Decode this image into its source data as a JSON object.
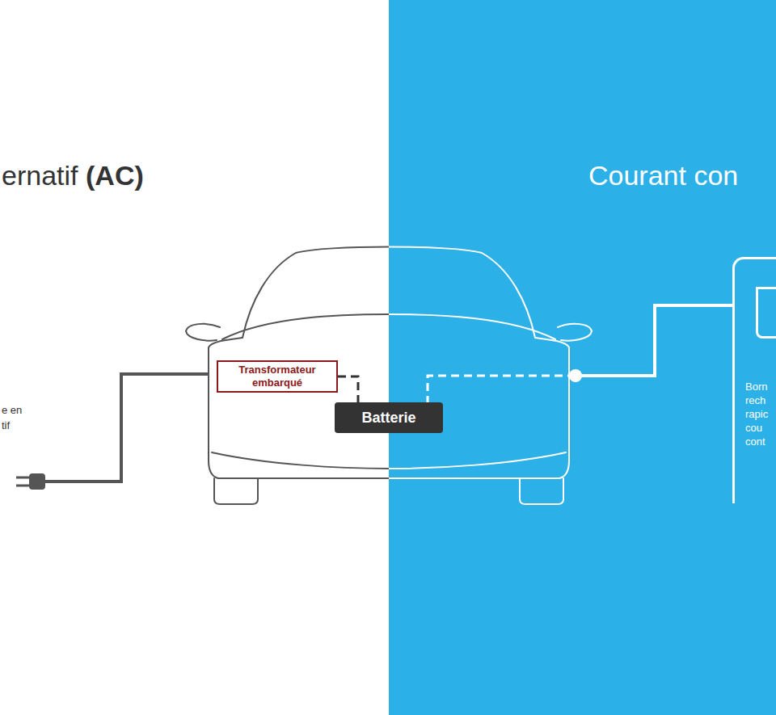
{
  "diagram": {
    "nodes": [
      {
        "text": [
          "Transformateur embarqué"
        ]
      },
      {
        "text": [
          "Batterie"
        ]
      },
      {
        "text": [
          "Born rech rapic cou cont"
        ]
      }
    ],
    "edges": [
      {
        "from": 0,
        "to": 1,
        "arrow": "none"
      },
      {
        "from": 2,
        "to": 1,
        "arrow": "none"
      }
    ],
    "labels": [
      "ernatif",
      "(AC)",
      "Courant con",
      "e en tif"
    ]
  }
}
